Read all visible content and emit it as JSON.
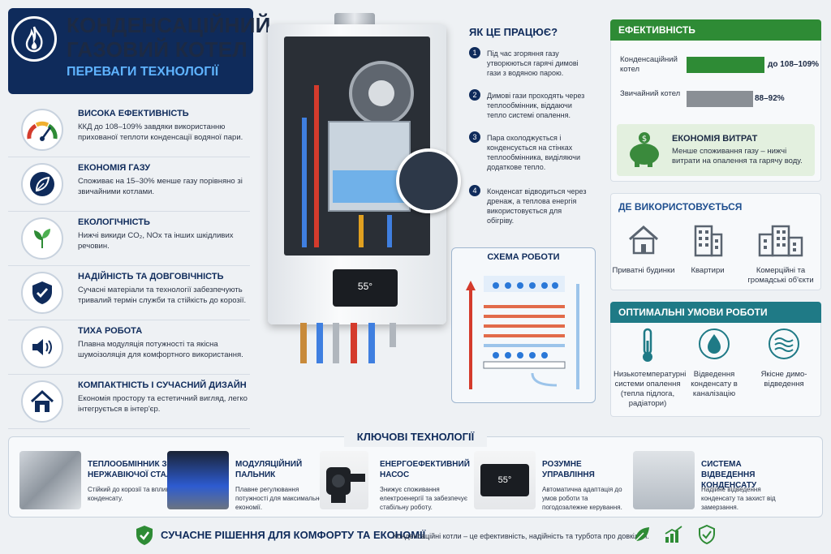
{
  "header": {
    "title_line1": "КОНДЕНСАЦІЙНИЙ",
    "title_line2": "ГАЗОВИЙ КОТЕЛ",
    "subtitle": "ПЕРЕВАГИ ТЕХНОЛОГІЇ",
    "icon": "flame-icon"
  },
  "benefits": [
    {
      "title": "ВИСОКА ЕФЕКТИВНІСТЬ",
      "text": "ККД до 108–109% завдяки використанню прихованої теплоти конденсації водяної пари.",
      "icon": "gauge-icon"
    },
    {
      "title": "ЕКОНОМІЯ ГАЗУ",
      "text": "Споживає на 15–30% менше газу порівняно зі звичайними котлами.",
      "icon": "leaf-icon"
    },
    {
      "title": "ЕКОЛОГІЧНІСТЬ",
      "text": "Нижчі викиди CO₂, NOx та інших шкідливих речовин.",
      "icon": "eco-leaves-icon"
    },
    {
      "title": "НАДІЙНІСТЬ ТА ДОВГОВІЧНІСТЬ",
      "text": "Сучасні матеріали та технології забезпечують тривалий термін служби та стійкість до корозії.",
      "icon": "shield-check-icon"
    },
    {
      "title": "ТИХА РОБОТА",
      "text": "Плавна модуляція потужності та якісна шумоізоляція для комфортного використання.",
      "icon": "speaker-icon"
    },
    {
      "title": "КОМПАКТНІСТЬ І СУЧАСНИЙ ДИЗАЙН",
      "text": "Економія простору та естетичний вигляд, легко інтегрується в інтер'єр.",
      "icon": "house-icon"
    }
  ],
  "boiler": {
    "display": "55°"
  },
  "how": {
    "title": "ЯК ЦЕ ПРАЦЮЄ?",
    "steps": [
      {
        "n": "1",
        "text": "Під час згоряння газу утворюються гарячі димові гази з водяною парою."
      },
      {
        "n": "2",
        "text": "Димові гази проходять через теплообмінник, віддаючи тепло системі опалення."
      },
      {
        "n": "3",
        "text": "Пара охолоджується і конденсується на стінках теплообмінника, виділяючи додаткове тепло."
      },
      {
        "n": "4",
        "text": "Конденсат відводиться через дренаж, а теплова енергія використовується для обігріву."
      }
    ]
  },
  "scheme": {
    "title": "СХЕМА РОБОТИ"
  },
  "efficiency": {
    "title": "ЕФЕКТИВНІСТЬ",
    "rows": [
      {
        "label": "Конденсаційний котел",
        "value": "до 108–109%",
        "level": 1.0,
        "color": "#2e8b35"
      },
      {
        "label": "Звичайний котел",
        "value": "88–92%",
        "level": 0.85,
        "color": "#8a8f95"
      }
    ],
    "savings_title": "ЕКОНОМІЯ ВИТРАТ",
    "savings_text": "Менше споживання газу – нижчі витрати на опалення та гарячу воду.",
    "savings_icon": "piggy-bank-icon",
    "header_color": "#2e8b35"
  },
  "usage": {
    "title": "ДЕ ВИКОРИСТОВУЄТЬСЯ",
    "header_color": "#1f4f8f",
    "items": [
      {
        "label": "Приватні будинки",
        "icon": "private-house-icon"
      },
      {
        "label": "Квартири",
        "icon": "apartment-building-icon"
      },
      {
        "label": "Комерційні та громадські об'єкти",
        "icon": "commercial-building-icon"
      }
    ]
  },
  "conditions": {
    "title": "ОПТИМАЛЬНІ УМОВИ РОБОТИ",
    "header_color": "#1f7a86",
    "items": [
      {
        "label": "Низькотемпературні системи опалення (тепла підлога, радіатори)",
        "icon": "thermometer-icon"
      },
      {
        "label": "Відведення конденсату в каналізацію",
        "icon": "water-drop-icon"
      },
      {
        "label": "Якісне димо-відведення",
        "icon": "waves-icon"
      }
    ]
  },
  "key_tech": {
    "title": "КЛЮЧОВІ ТЕХНОЛОГІЇ",
    "items": [
      {
        "title": "ТЕПЛООБМІННИК З НЕРЖАВІЮЧОЇ СТАЛІ",
        "text": "Стійкий до корозії та вплив конденсату."
      },
      {
        "title": "МОДУЛЯЦІЙНИЙ ПАЛЬНИК",
        "text": "Плавне регулювання потужності для максимальної економії."
      },
      {
        "title": "ЕНЕРГОЕФЕКТИВНИЙ НАСОС",
        "text": "Знижує споживання електроенергії та забезпечує стабільну роботу."
      },
      {
        "title": "РОЗУМНЕ УПРАВЛІННЯ",
        "text": "Автоматична адаптація до умов роботи та погодозалежне керування."
      },
      {
        "title": "СИСТЕМА ВІДВЕДЕННЯ КОНДЕНСАТУ",
        "text": "Надійне відведення конденсату та захист від замерзання."
      }
    ],
    "controller_display": "55°"
  },
  "footer": {
    "main": "СУЧАСНЕ РІШЕННЯ ДЛЯ КОМФОРТУ ТА ЕКОНОМІЇ",
    "sub": "Конденсаційні котли – це ефективність, надійність та турбота про довкілля."
  }
}
